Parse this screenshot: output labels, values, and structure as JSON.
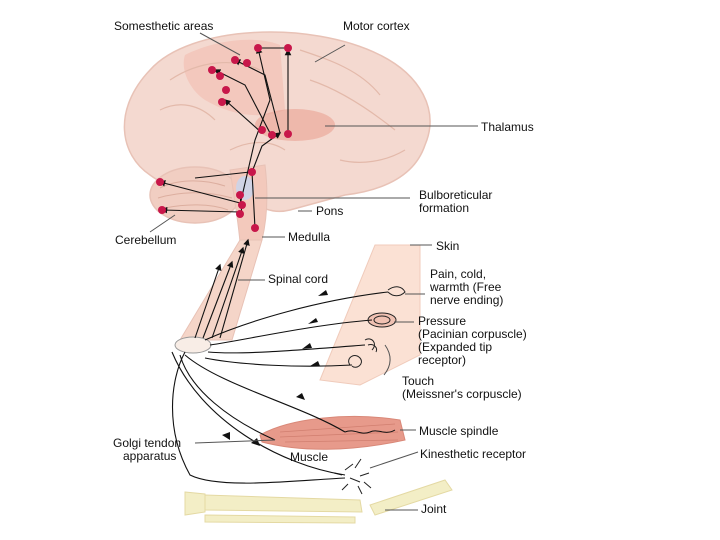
{
  "labels": {
    "somesthetic_areas": "Somesthetic areas",
    "motor_cortex": "Motor cortex",
    "thalamus": "Thalamus",
    "bulboreticular_formation": "Bulboreticular\nformation",
    "pons": "Pons",
    "cerebellum": "Cerebellum",
    "medulla": "Medulla",
    "skin": "Skin",
    "spinal_cord": "Spinal cord",
    "pain_cold_warmth": "Pain, cold,\nwarmth (Free\nnerve ending)",
    "pressure": "Pressure\n(Pacinian corpuscle)\n(Expanded tip\nreceptor)",
    "touch": "Touch\n(Meissner's corpuscle)",
    "golgi_tendon": "Golgi tendon\n   apparatus",
    "muscle_spindle": "Muscle spindle",
    "muscle": "Muscle",
    "kinesthetic_receptor": "Kinesthetic receptor",
    "joint": "Joint"
  },
  "colors": {
    "brain": "#f4d9d0",
    "brain_outline": "#e8c2b6",
    "cortex_highlight": "#f2b9ad",
    "thalamus": "#e9a192",
    "nucleus": "#c8174a",
    "spinal_cord": "#f5d5c8",
    "skin": "#fbe1d4",
    "muscle": "#e79a8b",
    "bone": "#f3eec6",
    "line": "#111111",
    "leader": "#555555"
  }
}
